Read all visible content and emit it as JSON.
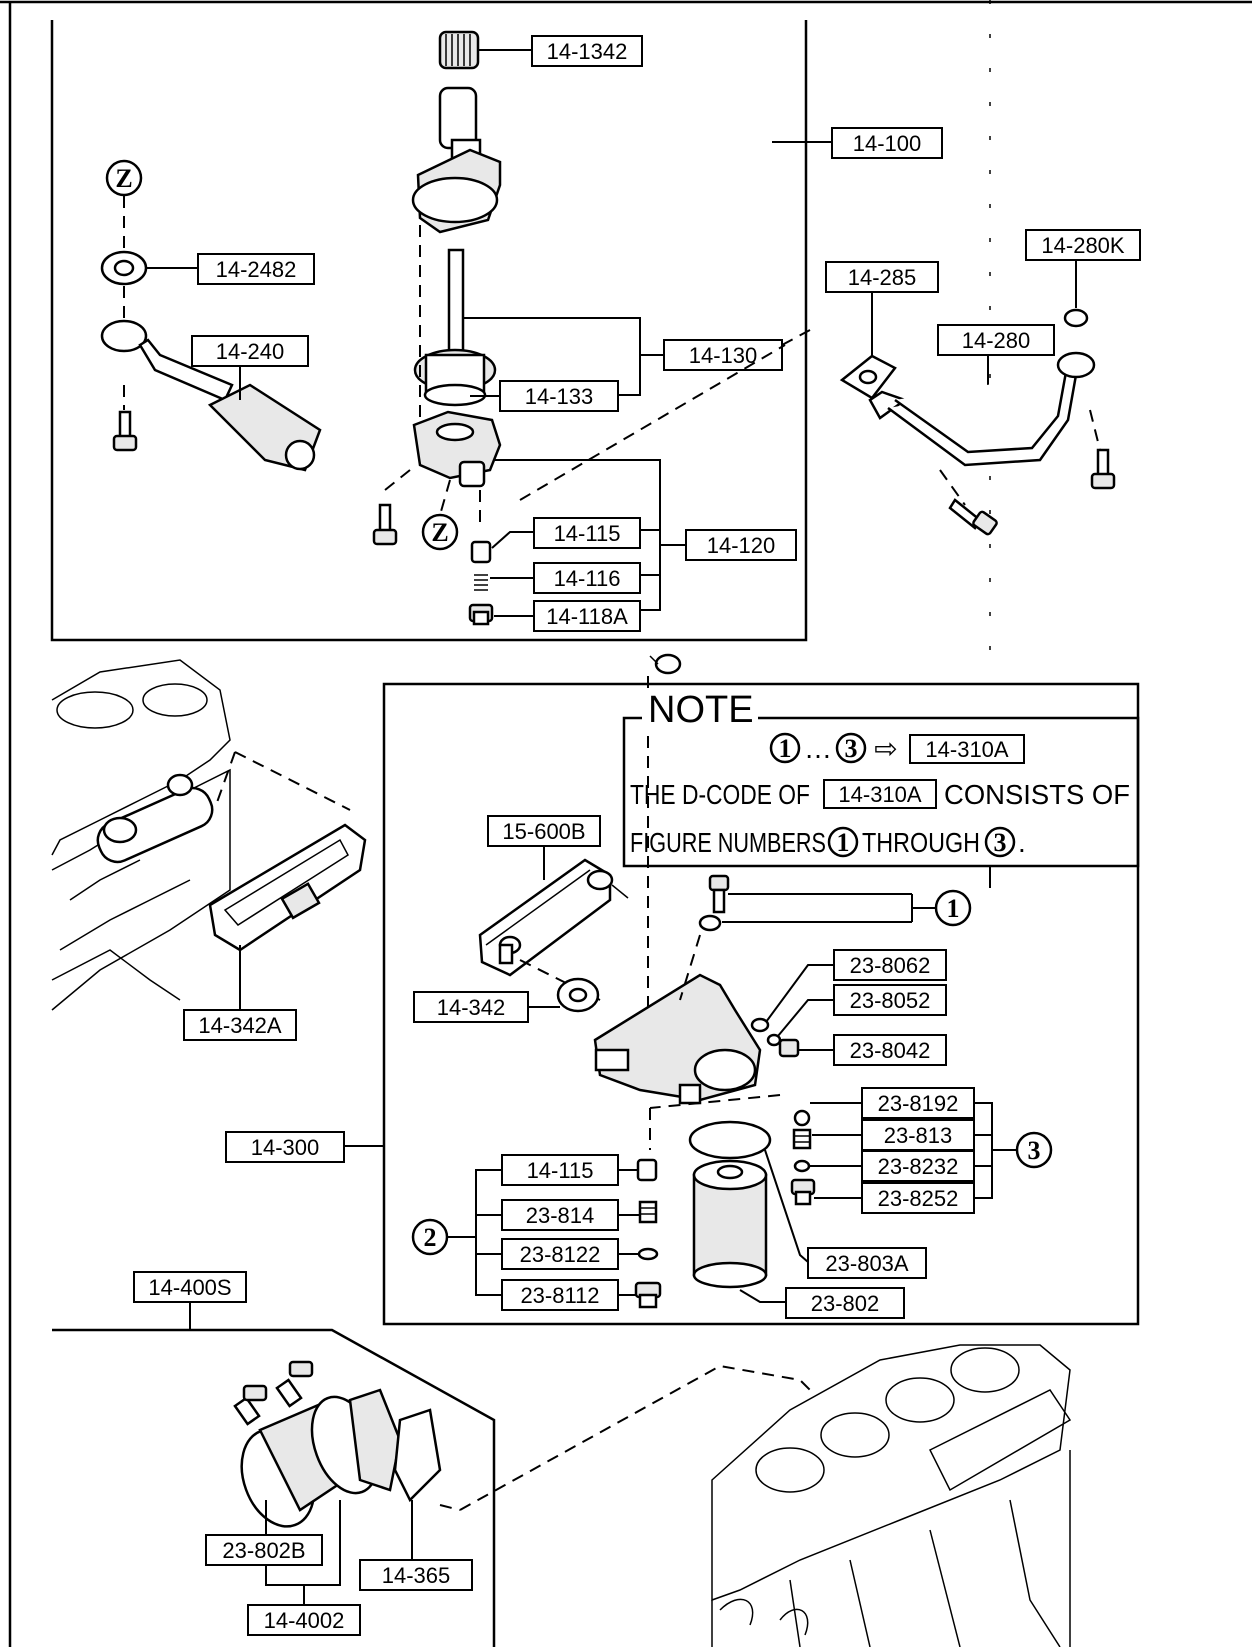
{
  "labels": {
    "p14_1342": "14-1342",
    "p14_100": "14-100",
    "p14_2482": "14-2482",
    "p14_240": "14-240",
    "p14_130": "14-130",
    "p14_133": "14-133",
    "p14_285": "14-285",
    "p14_280K": "14-280K",
    "p14_280": "14-280",
    "p14_115a": "14-115",
    "p14_120": "14-120",
    "p14_116": "14-116",
    "p14_118A": "14-118A",
    "p15_600B": "15-600B",
    "p14_342": "14-342",
    "p14_342A": "14-342A",
    "p23_8062": "23-8062",
    "p23_8052": "23-8052",
    "p23_8042": "23-8042",
    "p23_8192": "23-8192",
    "p23_813": "23-813",
    "p23_8232": "23-8232",
    "p23_8252": "23-8252",
    "p14_300": "14-300",
    "p14_115b": "14-115",
    "p23_814": "23-814",
    "p23_8122": "23-8122",
    "p23_8112": "23-8112",
    "p23_803A": "23-803A",
    "p23_802": "23-802",
    "p14_400S": "14-400S",
    "p23_802B": "23-802B",
    "p14_365": "14-365",
    "p14_4002": "14-4002"
  },
  "markers": {
    "z1": "Z",
    "z2": "Z",
    "n1": "1",
    "n2": "2",
    "n3": "3",
    "note_n1": "1",
    "note_n3": "3",
    "note_n1b": "1",
    "note_n3b": "3"
  },
  "note": {
    "title": "NOTE",
    "line1_mid": "…",
    "line1_arrow": "⇨",
    "line1_code": "14-310A",
    "line2_pre": "THE D-CODE OF",
    "line2_code": "14-310A",
    "line2_post": "CONSISTS OF",
    "line3_pre": "FIGURE NUMBERS",
    "line3_mid": "THROUGH",
    "line3_end": "."
  }
}
